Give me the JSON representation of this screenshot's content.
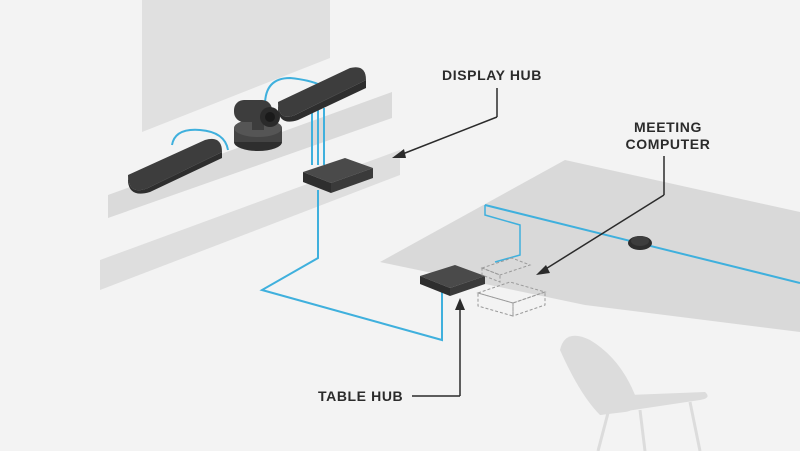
{
  "labels": {
    "display_hub": "DISPLAY HUB",
    "meeting_computer_line1": "MEETING",
    "meeting_computer_line2": "COMPUTER",
    "table_hub": "TABLE HUB"
  },
  "colors": {
    "background": "#f3f3f3",
    "floor_shadow": "#d8d8d8",
    "wall_screen": "#e2e2e2",
    "device_dark": "#3d3d3d",
    "device_mid": "#555555",
    "cable_blue": "#3fb0dd",
    "chair": "#dcdcdc",
    "text": "#2b2b2b"
  }
}
